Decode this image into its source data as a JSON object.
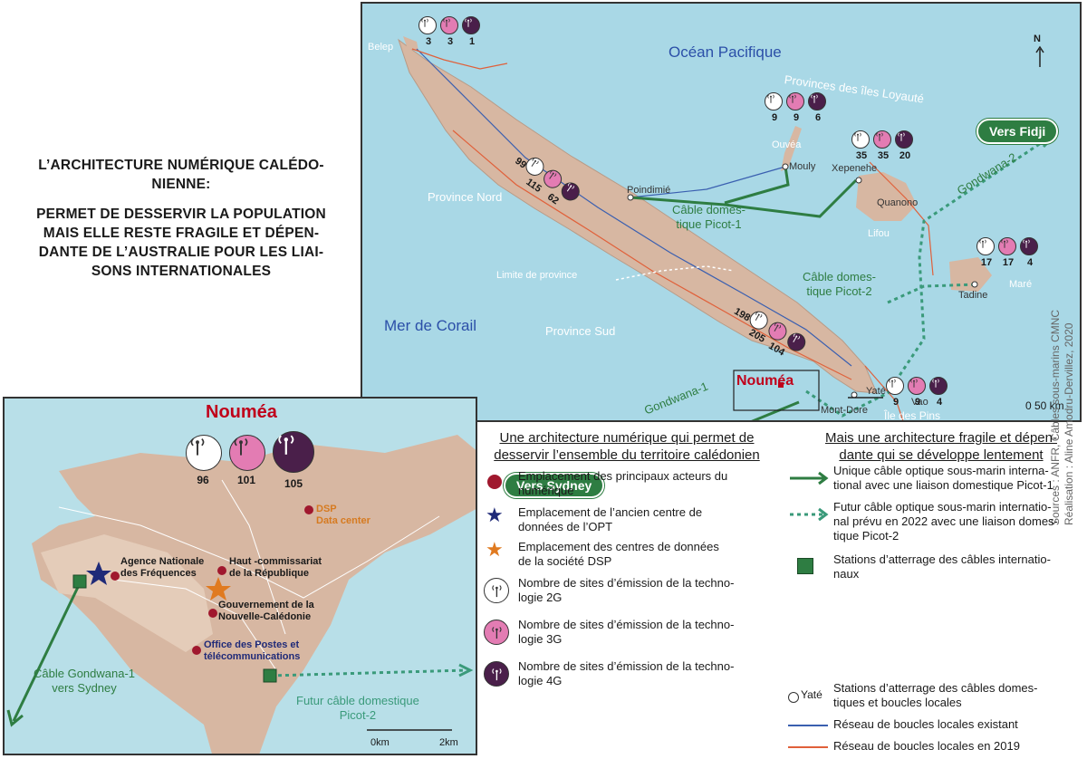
{
  "headline": {
    "line1": "L’ARCHITECTURE NUMÉRIQUE CALÉDO-",
    "line2": "NIENNE:",
    "line3": "PERMET DE DESSERVIR LA POPULATION",
    "line4": "MAIS ELLE RESTE FRAGILE ET DÉPEN-",
    "line5": "DANTE DE L’AUSTRALIE POUR LES LIAI-",
    "line6": "SONS INTERNATIONALES"
  },
  "map": {
    "ocean_pacific": "Océan Pacifique",
    "mer_corail": "Mer de Corail",
    "prov_iles": "Provinces des îles Loyauté",
    "prov_nord": "Province Nord",
    "prov_sud": "Province Sud",
    "limite": "Limite de province",
    "north": "N",
    "scale_0": "0",
    "scale_50": "50 km",
    "places": {
      "belep": "Belep",
      "ouvea": "Ouvéa",
      "mouly": "Mouly",
      "xepenehe": "Xepenehe",
      "quanono": "Quanono",
      "lifou": "Lifou",
      "poindimie": "Poindimié",
      "mare": "Maré",
      "tadine": "Tadine",
      "yate": "Yaté",
      "noumea": "Nouméa",
      "mont_dore": "Mont-Dore",
      "vao": "Vao",
      "ile_pins": "Île des Pins"
    },
    "cables": {
      "picot1_a": "Câble domes-",
      "picot1_b": "tique Picot-1",
      "picot2_a": "Câble domes-",
      "picot2_b": "tique Picot-2",
      "gondwana1": "Gondwana-1",
      "gondwana2": "Gondwana-2",
      "fidji": "Vers Fidji",
      "sydney": "Vers Sydney"
    },
    "counts": {
      "belep": [
        "3",
        "3",
        "1"
      ],
      "ouvea": [
        "9",
        "9",
        "6"
      ],
      "lifou": [
        "35",
        "35",
        "20"
      ],
      "nord": [
        "99",
        "115",
        "62"
      ],
      "mare": [
        "17",
        "17",
        "4"
      ],
      "sud": [
        "198",
        "205",
        "104"
      ],
      "pins": [
        "9",
        "9",
        "4"
      ]
    },
    "source_line1": "Sources : ANFR, Câbles sous-marins CMNC",
    "source_line2": "Réalisation : Aline Amodru-Dervillez, 2020"
  },
  "inset": {
    "title": "Nouméa",
    "counts": [
      "96",
      "101",
      "105"
    ],
    "dsp": "DSP",
    "dsp_dc": "Data center",
    "anf1": "Agence Nationale",
    "anf2": "des Fréquences",
    "hc1": "Haut -commissariat",
    "hc2": "de la République",
    "gov1": "Gouvernement de la",
    "gov2": "Nouvelle-Calédonie",
    "opt1": "Office des Postes et",
    "opt2": "télécommunications",
    "gond1": "Câble Gondwana-1",
    "gond2": "vers Sydney",
    "picot1": "Futur câble domestique",
    "picot2": "Picot-2",
    "scale_0": "0km",
    "scale_2": "2km"
  },
  "legend_left": {
    "title1": "Une architecture numérique qui permet de",
    "title2": "desservir l’ensemble du territoire calédonien",
    "items": [
      {
        "a": "Emplacement des principaux acteurs du",
        "b": "numérique"
      },
      {
        "a": "Emplacement de l’ancien centre de",
        "b": "données de l’OPT"
      },
      {
        "a": "Emplacement des centres de données",
        "b": "de la société DSP"
      },
      {
        "a": "Nombre de sites d’émission de la techno-",
        "b": "logie 2G"
      },
      {
        "a": "Nombre de sites d’émission de la techno-",
        "b": "logie 3G"
      },
      {
        "a": "Nombre de sites d’émission de la techno-",
        "b": "logie 4G"
      }
    ]
  },
  "legend_right": {
    "title1": "Mais une architecture fragile et dépen-",
    "title2": "dante qui se développe lentement",
    "items": [
      {
        "a": "Unique câble optique sous-marin interna-",
        "b": "tional avec une liaison domestique Picot-1",
        "c": ""
      },
      {
        "a": "Futur câble optique sous-marin internatio-",
        "b": "nal prévu en 2022 avec une liaison domes-",
        "c": "tique Picot-2"
      },
      {
        "a": "Stations d’atterrage des câbles internatio-",
        "b": "naux",
        "c": ""
      },
      {
        "a": "Stations d’atterrage des câbles domes-",
        "b": "tiques et boucles locales",
        "c": ""
      },
      {
        "a": "Réseau de boucles locales existant",
        "b": "",
        "c": ""
      },
      {
        "a": "Réseau de boucles locales en 2019",
        "b": "",
        "c": ""
      }
    ],
    "yate_sample": "Yaté"
  },
  "colors": {
    "land": "#d7b7a2",
    "sea": "#a9d8e6",
    "cable_green": "#2e7d42",
    "dotted_green": "#3a9a7a",
    "blue_net": "#3a5fb0",
    "red_net": "#e0603a",
    "g2": "#ffffff",
    "g3": "#e37cb3",
    "g4": "#4a1f4a",
    "actor": "#a0182e",
    "opt_star": "#1f2a78",
    "dsp_star": "#e07a20",
    "noumea_red": "#c0001a"
  }
}
